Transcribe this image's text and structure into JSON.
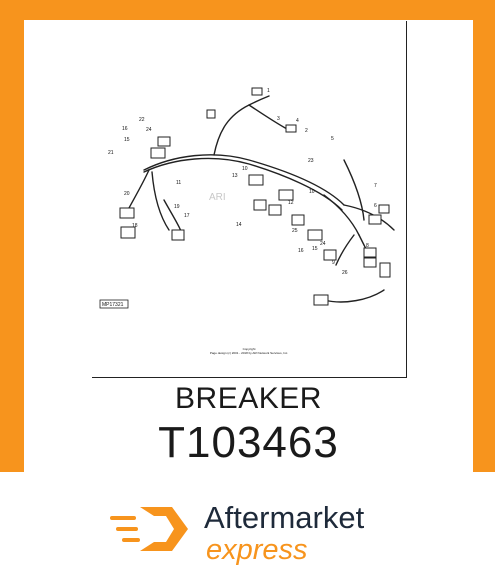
{
  "product": {
    "name": "BREAKER",
    "part_number": "T103463"
  },
  "diagram": {
    "ref_code": "MP17321",
    "watermark": "ARI",
    "copyright_line1": "Copyright",
    "copyright_line2": "Page design (c) 2001 - 2018 by ARI Network Services, Inc.",
    "callouts": [
      "1",
      "2",
      "3",
      "4",
      "5",
      "6",
      "7",
      "8",
      "9",
      "10",
      "10",
      "11",
      "12",
      "13",
      "14",
      "15",
      "15",
      "16",
      "16",
      "17",
      "18",
      "19",
      "20",
      "21",
      "22",
      "23",
      "24",
      "24",
      "25",
      "26"
    ]
  },
  "brand": {
    "line1": "Aftermarket",
    "line2": "express",
    "colors": {
      "orange": "#f7941d",
      "navy": "#1e2a3a"
    }
  }
}
